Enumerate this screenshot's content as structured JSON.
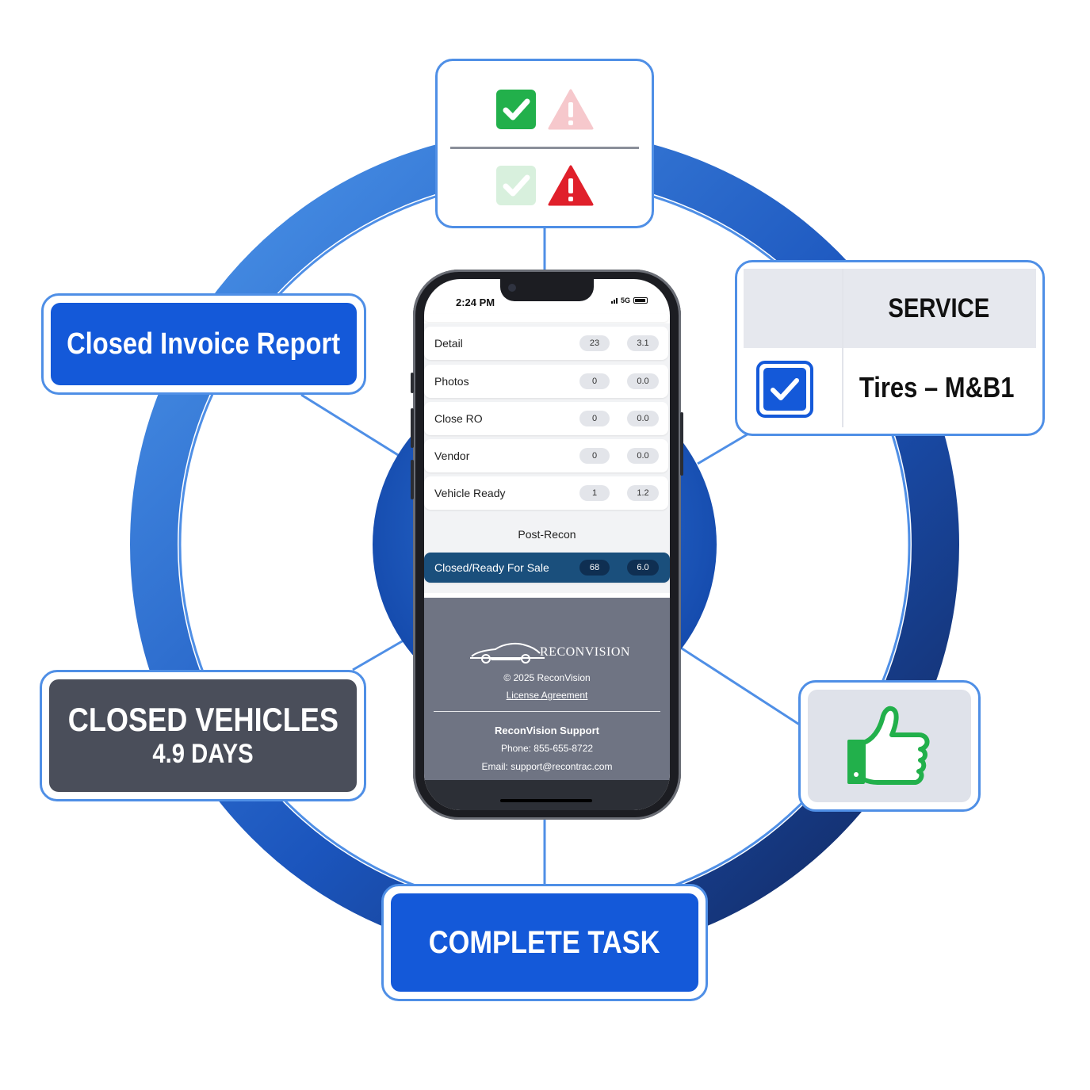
{
  "colors": {
    "accent_blue": "#1459d9",
    "card_border": "#4f8fe6",
    "dark_card": "#4a4e5a",
    "ok_green": "#22b04b",
    "alert_red": "#e0202b",
    "active_row": "#1a4f7c"
  },
  "callouts": {
    "invoice_label": "Closed Invoice Report",
    "closed_vehicles": {
      "line1": "CLOSED VEHICLES",
      "line2": "4.9 DAYS"
    },
    "complete_task_label": "COMPLETE TASK",
    "service": {
      "header": "SERVICE",
      "task": "Tires – M&B1",
      "checked": true
    },
    "status_icons": {
      "top": [
        "check-icon-active",
        "warning-icon-faded"
      ],
      "bottom": [
        "check-icon-faded",
        "warning-icon-active"
      ]
    },
    "thumb_icon": "thumbs-up-icon"
  },
  "phone": {
    "status_bar": {
      "time": "2:24 PM",
      "network": "5G"
    },
    "rows": [
      {
        "name": "Detail",
        "count": "23",
        "days": "3.1"
      },
      {
        "name": "Photos",
        "count": "0",
        "days": "0.0"
      },
      {
        "name": "Close RO",
        "count": "0",
        "days": "0.0"
      },
      {
        "name": "Vendor",
        "count": "0",
        "days": "0.0"
      },
      {
        "name": "Vehicle Ready",
        "count": "1",
        "days": "1.2"
      }
    ],
    "section_label": "Post-Recon",
    "active_row": {
      "name": "Closed/Ready For Sale",
      "count": "68",
      "days": "6.0"
    },
    "footer": {
      "brand": "RECONVISION",
      "copyright": "© 2025 ReconVision",
      "license_link": "License Agreement",
      "support_title": "ReconVision Support",
      "phone": "Phone: 855-655-8722",
      "email": "Email: support@recontrac.com"
    }
  }
}
